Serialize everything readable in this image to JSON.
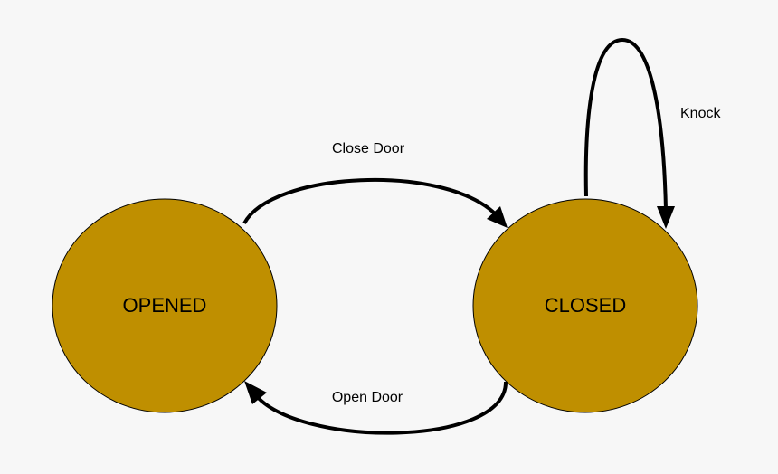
{
  "diagram": {
    "background_color": "#f7f7f7",
    "state_color": "#bf8f00",
    "line_color": "#000000",
    "states": [
      {
        "id": "opened",
        "label": "OPENED"
      },
      {
        "id": "closed",
        "label": "CLOSED"
      }
    ],
    "transitions": [
      {
        "from": "opened",
        "to": "closed",
        "label": "Close Door"
      },
      {
        "from": "closed",
        "to": "opened",
        "label": "Open Door"
      },
      {
        "from": "closed",
        "to": "closed",
        "label": "Knock"
      }
    ]
  }
}
